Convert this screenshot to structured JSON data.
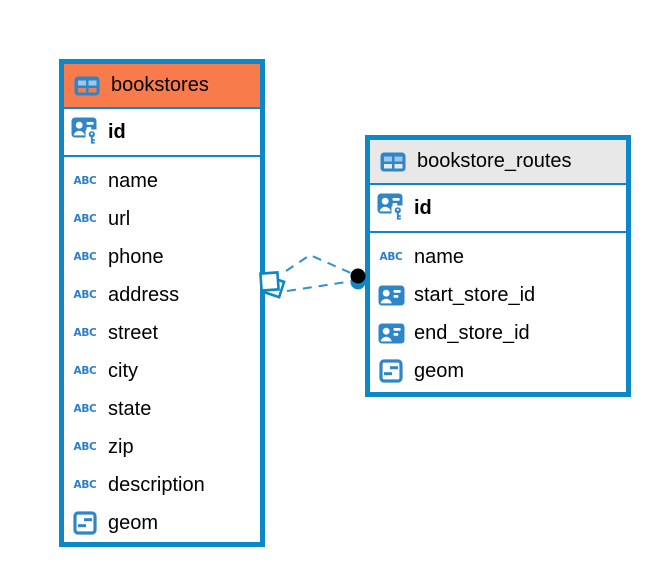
{
  "diagram": {
    "abc_label": "ABC",
    "tables": [
      {
        "id": "bookstores",
        "title": "bookstores",
        "header_bg": "#F87B4C",
        "primary_key": {
          "name": "id",
          "icon": "primary-key"
        },
        "columns": [
          {
            "name": "name",
            "icon": "text"
          },
          {
            "name": "url",
            "icon": "text"
          },
          {
            "name": "phone",
            "icon": "text"
          },
          {
            "name": "address",
            "icon": "text"
          },
          {
            "name": "street",
            "icon": "text"
          },
          {
            "name": "city",
            "icon": "text"
          },
          {
            "name": "state",
            "icon": "text"
          },
          {
            "name": "zip",
            "icon": "text"
          },
          {
            "name": "description",
            "icon": "text"
          },
          {
            "name": "geom",
            "icon": "geometry"
          }
        ]
      },
      {
        "id": "bookstore_routes",
        "title": "bookstore_routes",
        "header_bg": "#E8E8E8",
        "primary_key": {
          "name": "id",
          "icon": "primary-key"
        },
        "columns": [
          {
            "name": "name",
            "icon": "text"
          },
          {
            "name": "start_store_id",
            "icon": "foreign-key"
          },
          {
            "name": "end_store_id",
            "icon": "foreign-key"
          },
          {
            "name": "geom",
            "icon": "geometry"
          }
        ]
      }
    ],
    "relation": {
      "from_table": "bookstore_routes",
      "to_table": "bookstores",
      "line_style": "dashed",
      "line_count": 2
    },
    "colors": {
      "table_border": "#0E87C6",
      "header_orange": "#F87B4C",
      "header_gray": "#E8E8E8",
      "icon_blue": "#2E86C8",
      "icon_cell_light": "#9CC7E9",
      "dash_blue": "#2F90D2",
      "text": "#000000",
      "canvas": "#FFFFFF"
    }
  }
}
